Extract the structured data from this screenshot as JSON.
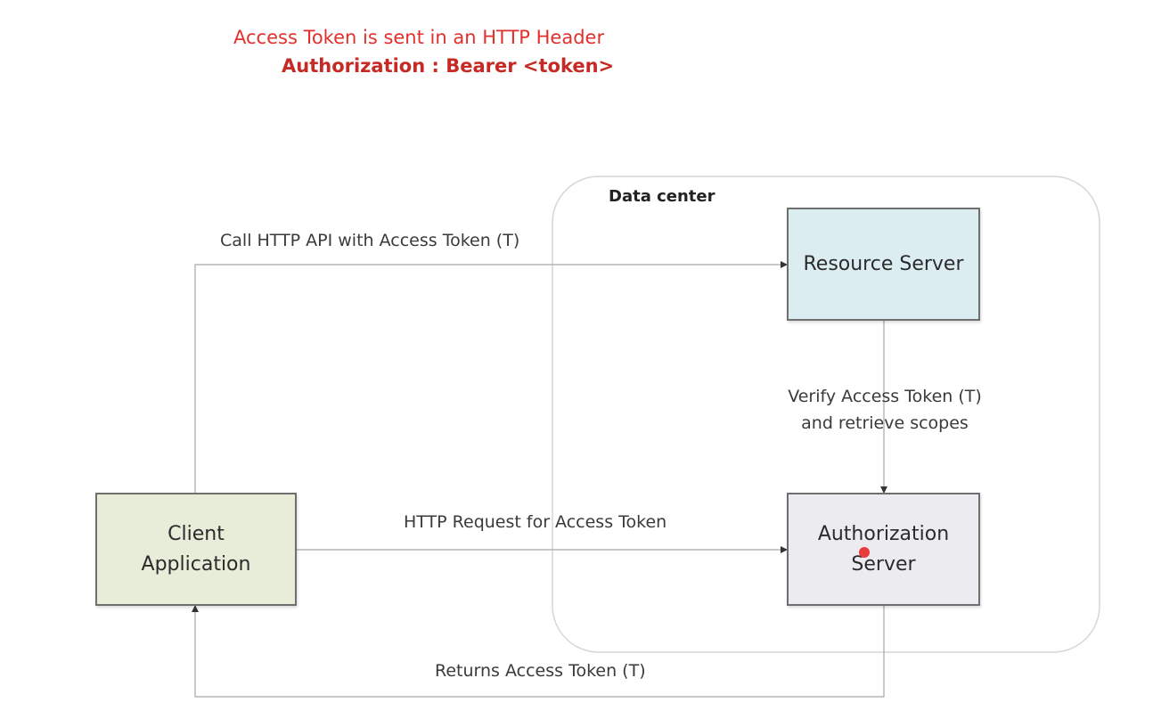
{
  "header": {
    "line1": "Access Token is sent in an HTTP Header",
    "line2": "Authorization : Bearer <token>"
  },
  "data_center": {
    "label": "Data center"
  },
  "nodes": {
    "resource_server": "Resource Server",
    "authorization_server": [
      "Authorization",
      "Server"
    ],
    "client_application": [
      "Client",
      "Application"
    ]
  },
  "edges": {
    "call_api": "Call HTTP API with Access Token (T)",
    "verify": [
      "Verify Access Token (T)",
      "and retrieve scopes"
    ],
    "request_token": "HTTP Request for Access Token",
    "returns_token": "Returns Access Token (T)"
  },
  "colors": {
    "header_red": "#e3302c",
    "resource_fill": "#dcedf2",
    "authorization_fill": "#ecebf0",
    "client_fill": "#e8edd9",
    "cursor": "#ea3b3b"
  }
}
